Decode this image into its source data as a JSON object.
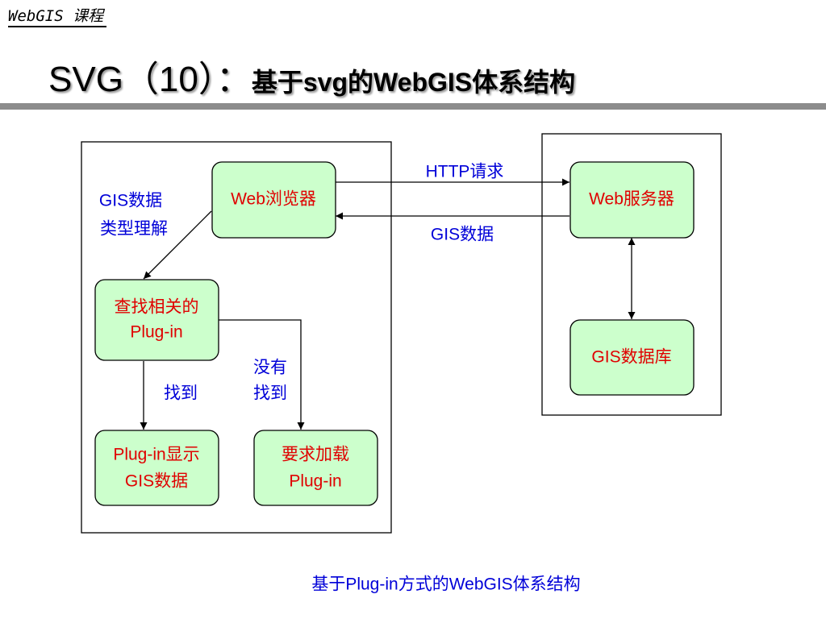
{
  "header": {
    "course": "WebGIS 课程",
    "title_main": "SVG（10）：",
    "title_sub": "基于svg的WebGIS体系结构"
  },
  "nodes": {
    "browser": "Web浏览器",
    "server": "Web服务器",
    "gis_database": "GIS数据库",
    "find_plugin": [
      "查找相关的",
      "Plug-in"
    ],
    "plugin_display": [
      "Plug-in显示",
      "GIS数据"
    ],
    "request_load": [
      "要求加载",
      "Plug-in"
    ]
  },
  "edges": {
    "http_request": "HTTP请求",
    "gis_data": "GIS数据",
    "data_type": [
      "GIS数据",
      "类型理解"
    ],
    "found": "找到",
    "not_found": [
      "没有",
      "找到"
    ]
  },
  "caption": "基于Plug-in方式的WebGIS体系结构"
}
